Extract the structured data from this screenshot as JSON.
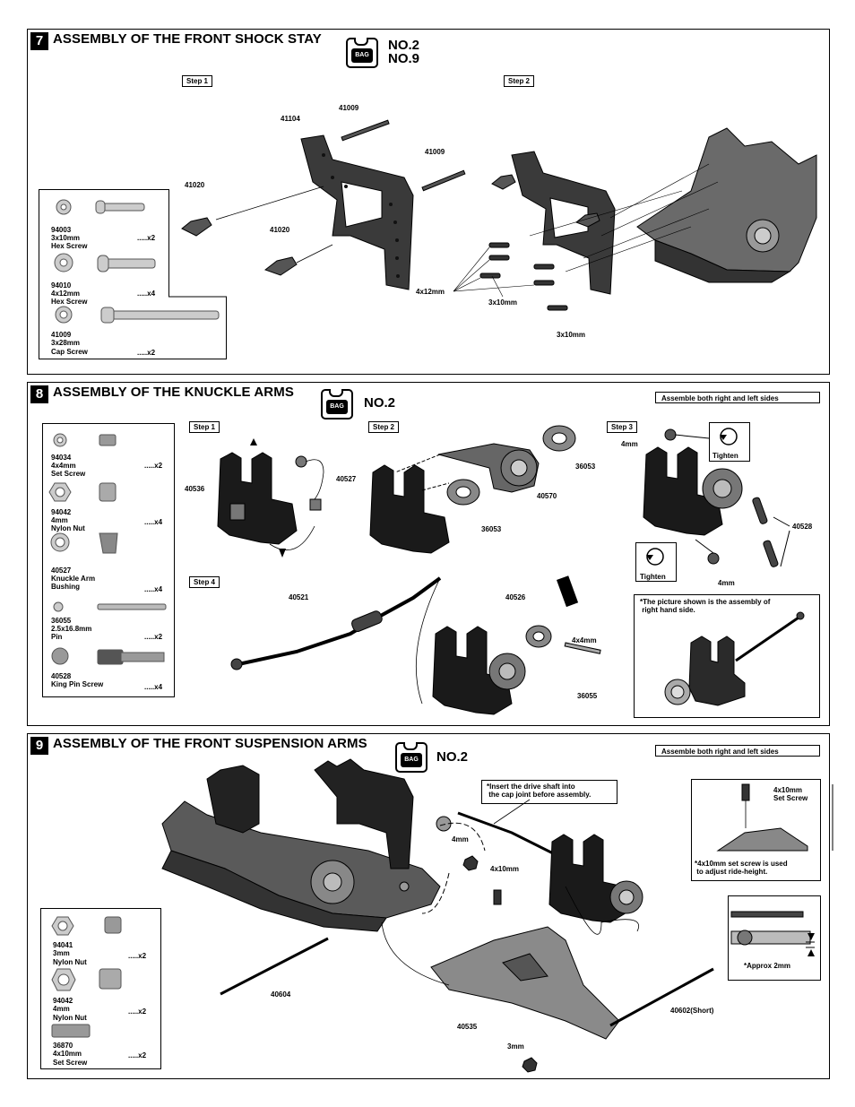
{
  "sections": [
    {
      "num": "7",
      "title": "ASSEMBLY OF THE FRONT SHOCK STAY",
      "bag_label": "BAG",
      "bag_nos": [
        "NO.2",
        "NO.9"
      ],
      "steps": [
        "Step 1",
        "Step 2"
      ],
      "labels": [
        "41104",
        "41009",
        "41009",
        "41020",
        "41020",
        "4x12mm",
        "3x10mm",
        "3x10mm"
      ],
      "parts": [
        {
          "code": "94003",
          "size": "3x10mm",
          "name": "Hex Screw",
          "qty": ".....x2"
        },
        {
          "code": "94010",
          "size": "4x12mm",
          "name": "Hex Screw",
          "qty": ".....x4"
        },
        {
          "code": "41009",
          "size": "3x28mm",
          "name": "Cap Screw",
          "qty": ".....x2"
        }
      ]
    },
    {
      "num": "8",
      "title": "ASSEMBLY OF THE KNUCKLE  ARMS",
      "bag_label": "BAG",
      "bag_nos": [
        "NO.2"
      ],
      "note": "Assemble both right and left sides",
      "steps": [
        "Step 1",
        "Step 2",
        "Step 3",
        "Step 4"
      ],
      "labels": [
        "40536",
        "40527",
        "40570",
        "36053",
        "36053",
        "4mm",
        "4mm",
        "40528",
        "40521",
        "40526",
        "4x4mm",
        "36055"
      ],
      "tighten": [
        "Tighten",
        "Tighten"
      ],
      "inset_note": "*The picture shown is the assembly of\n right hand side.",
      "parts": [
        {
          "code": "94034",
          "size": "4x4mm",
          "name": "Set Screw",
          "qty": ".....x2"
        },
        {
          "code": "94042",
          "size": "4mm",
          "name": "Nylon Nut",
          "qty": ".....x4"
        },
        {
          "code": "40527",
          "size": "Knuckle Arm",
          "name": "Bushing",
          "qty": ".....x4"
        },
        {
          "code": "36055",
          "size": "2.5x16.8mm",
          "name": "Pin",
          "qty": ".....x2"
        },
        {
          "code": "40528",
          "size": "King Pin Screw",
          "name": "",
          "qty": ".....x4"
        }
      ]
    },
    {
      "num": "9",
      "title": "ASSEMBLY OF THE FRONT SUSPENSION ARMS",
      "bag_label": "BAG",
      "bag_nos": [
        "NO.2"
      ],
      "note": "Assemble both right and left sides",
      "drive_note": "*Insert the drive shaft into\n the cap joint before assembly.",
      "labels": [
        "4mm",
        "4x10mm",
        "40604",
        "40535",
        "3mm",
        "40602(Short)"
      ],
      "setscrew_label": "4x10mm\nSet Screw",
      "setscrew_note": "*4x10mm set screw is used\n to adjust ride-height.",
      "approx_note": "*Approx 2mm",
      "parts": [
        {
          "code": "94041",
          "size": "3mm",
          "name": "Nylon Nut",
          "qty": ".....x2"
        },
        {
          "code": "94042",
          "size": "4mm",
          "name": "Nylon Nut",
          "qty": ".....x2"
        },
        {
          "code": "36870",
          "size": "4x10mm",
          "name": "Set Screw",
          "qty": ".....x2"
        }
      ]
    }
  ]
}
